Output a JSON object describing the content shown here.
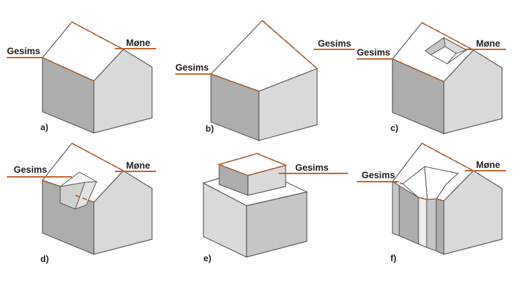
{
  "figure": {
    "title": "Roof form diagrams with Norwegian roof terminology",
    "background_color": "#ffffff",
    "terms": {
      "gesims": "Gesims",
      "mone": "Møne"
    },
    "colors": {
      "accent_line": "#c0622a",
      "outline": "#58595b",
      "wall_dark": "#adadad",
      "wall_light": "#d9d9d9",
      "wall_mid": "#c6c6c6",
      "roof_white": "#ffffff",
      "text": "#231f20"
    }
  },
  "panels": [
    {
      "id": "a",
      "letter": "a)",
      "name": "gable-roof",
      "labels": [
        {
          "text": "Gesims",
          "role": "eaves"
        },
        {
          "text": "Møne",
          "role": "ridge"
        }
      ]
    },
    {
      "id": "b",
      "letter": "b)",
      "name": "flat-roof",
      "labels": [
        {
          "text": "Gesims",
          "role": "eaves-left"
        },
        {
          "text": "Gesims",
          "role": "eaves-right"
        }
      ]
    },
    {
      "id": "c",
      "letter": "c)",
      "name": "gable-roof-with-roof-light-well",
      "labels": [
        {
          "text": "Gesims",
          "role": "eaves"
        },
        {
          "text": "Møne",
          "role": "ridge"
        }
      ]
    },
    {
      "id": "d",
      "letter": "d)",
      "name": "gable-roof-with-recessed-roof-terrace",
      "labels": [
        {
          "text": "Gesims",
          "role": "eaves"
        },
        {
          "text": "Møne",
          "role": "ridge"
        }
      ]
    },
    {
      "id": "e",
      "letter": "e)",
      "name": "flat-roof-with-setback-penthouse",
      "labels": [
        {
          "text": "Gesims",
          "role": "eaves-penthouse"
        }
      ]
    },
    {
      "id": "f",
      "letter": "f)",
      "name": "gable-roof-with-projecting-gabled-dormer",
      "labels": [
        {
          "text": "Gesims",
          "role": "eaves"
        },
        {
          "text": "Møne",
          "role": "ridge"
        }
      ]
    }
  ]
}
